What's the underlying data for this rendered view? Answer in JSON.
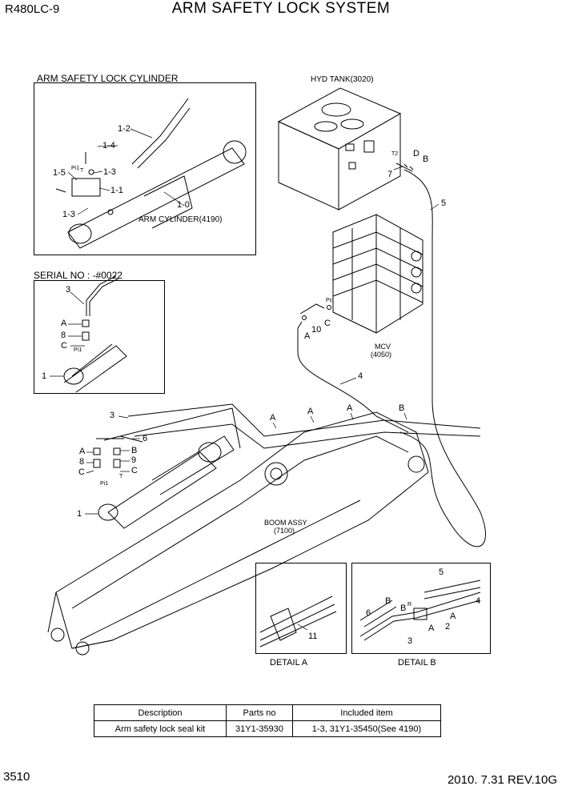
{
  "header": {
    "model": "R480LC-9",
    "title": "ARM SAFETY LOCK SYSTEM"
  },
  "views": {
    "cylinder_box_title": "ARM SAFETY LOCK CYLINDER",
    "serial_no": "SERIAL NO : -#0022",
    "hyd_tank": "HYD TANK(3020)",
    "mcv": "MCV",
    "mcv_code": "(4050)",
    "arm_cylinder": "ARM CYLINDER(4190)",
    "boom_assy": "BOOM ASSY",
    "boom_code": "(7100)",
    "detail_a": "DETAIL  A",
    "detail_b": "DETAIL  B"
  },
  "callouts": {
    "c12": "1-2",
    "c14": "1-4",
    "c15": "1-5",
    "c13": "1-3",
    "c11": "1-1",
    "c10": "1-0",
    "pi1": "Pi1",
    "t": "T",
    "pcl": "Pcl",
    "t2": "T2",
    "r": "R",
    "n1": "1",
    "n2": "2",
    "n3": "3",
    "n4": "4",
    "n5": "5",
    "n6": "6",
    "n7": "7",
    "n8": "8",
    "n9": "9",
    "n10": "10",
    "n11": "11",
    "A": "A",
    "B": "B",
    "C": "C",
    "D": "D"
  },
  "table": {
    "headers": [
      "Description",
      "Parts no",
      "Included item"
    ],
    "rows": [
      [
        "Arm safety lock seal kit",
        "31Y1-35930",
        "1-3, 31Y1-35450(See 4190)"
      ]
    ]
  },
  "footer": {
    "page": "3510",
    "date_rev": "2010. 7.31  REV.10G"
  }
}
